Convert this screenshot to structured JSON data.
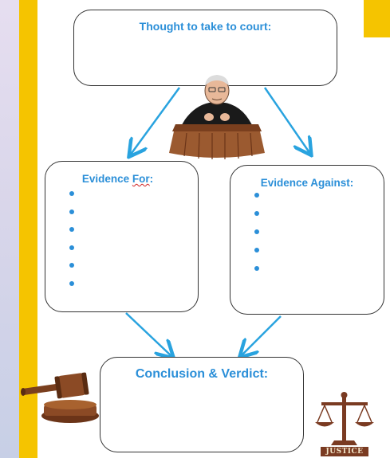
{
  "boxes": {
    "thought": {
      "title": "Thought to take to court:"
    },
    "evidence_for": {
      "title_prefix": "Evidence ",
      "title_word": "For",
      "title_suffix": ":",
      "bullet_count": 6
    },
    "evidence_against": {
      "title": "Evidence Against:",
      "bullet_count": 5
    },
    "conclusion": {
      "title": "Conclusion & Verdict:"
    }
  },
  "scales_label": "JUSTICE",
  "colors": {
    "accent_blue": "#2b8fd8",
    "bar_yellow": "#f5c400",
    "wood_brown": "#8b4a25",
    "arrow": "#29a3df"
  },
  "icons": [
    "judge-icon",
    "gavel-icon",
    "scales-of-justice-icon"
  ]
}
